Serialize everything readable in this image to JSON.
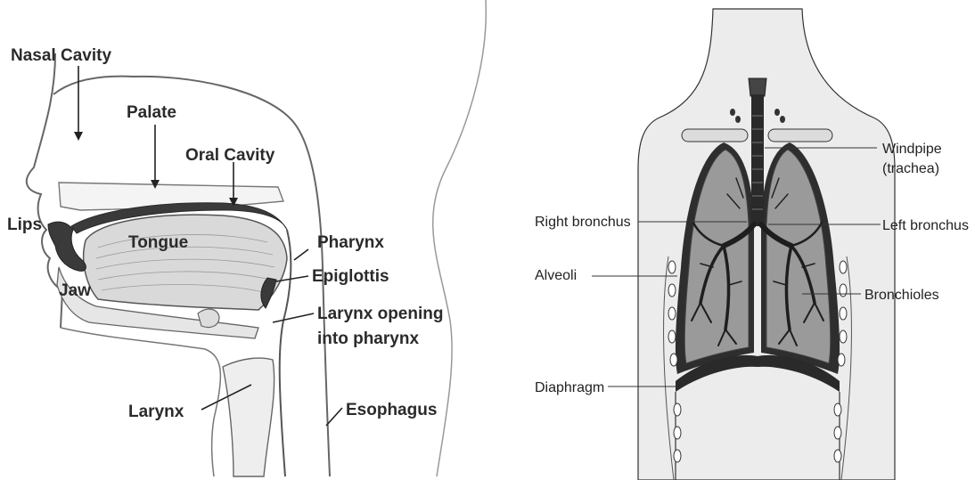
{
  "left_diagram": {
    "labels": {
      "nasal_cavity": "Nasal Cavity",
      "palate": "Palate",
      "oral_cavity": "Oral Cavity",
      "lips": "Lips",
      "tongue": "Tongue",
      "pharynx": "Pharynx",
      "jaw": "Jaw",
      "epiglottis": "Epiglottis",
      "larynx_opening_1": "Larynx opening",
      "larynx_opening_2": "into pharynx",
      "larynx": "Larynx",
      "esophagus": "Esophagus"
    }
  },
  "right_diagram": {
    "labels": {
      "windpipe_1": "Windpipe",
      "windpipe_2": "(trachea)",
      "right_bronchus": "Right bronchus",
      "left_bronchus": "Left bronchus",
      "alveoli": "Alveoli",
      "bronchioles": "Bronchioles",
      "diaphragm": "Diaphragm"
    }
  },
  "colors": {
    "body_fill": "#ececec",
    "lung_fill": "#9a9a9a",
    "airway": "#2a2a2a",
    "outline": "#333333"
  }
}
